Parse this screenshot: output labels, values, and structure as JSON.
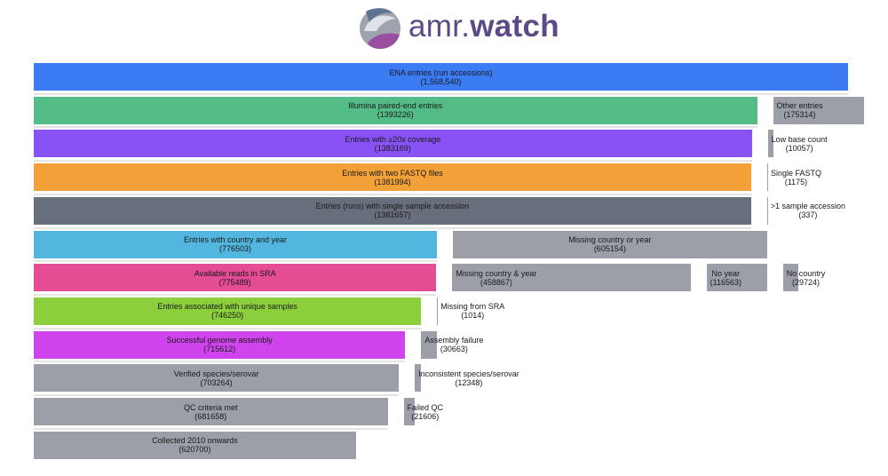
{
  "brand": {
    "name_part1": "amr.",
    "name_part2": "watch",
    "color": "#5b4a86"
  },
  "chart_data": {
    "type": "sankey",
    "total": 1568540,
    "levels": [
      {
        "main": {
          "label": "ENA entries (run accessions)",
          "value": "(1,568,540)",
          "n": 1568540,
          "color": "#3b7bf4"
        },
        "drops": []
      },
      {
        "main": {
          "label": "Illumina paired-end entries",
          "value": "(1393226)",
          "n": 1393226,
          "color": "#54bc86"
        },
        "drops": [
          {
            "label": "Other entries",
            "value": "(175314)",
            "n": 175314,
            "color": "#9c9ea8"
          }
        ]
      },
      {
        "main": {
          "label": "Entries with ≥20x coverage",
          "value": "(1383169)",
          "n": 1383169,
          "color": "#8952f4"
        },
        "drops": [
          {
            "label": "Low base count",
            "value": "(10057)",
            "n": 10057,
            "color": "#9c9ea8"
          }
        ]
      },
      {
        "main": {
          "label": "Entries with two FASTQ files",
          "value": "(1381994)",
          "n": 1381994,
          "color": "#f1a138"
        },
        "drops": [
          {
            "label": "Single FASTQ",
            "value": "(1175)",
            "n": 1175,
            "color": "#9c9ea8"
          }
        ]
      },
      {
        "main": {
          "label": "Entries (runs) with single sample accession",
          "value": "(1381657)",
          "n": 1381657,
          "color": "#686e7c"
        },
        "drops": [
          {
            "label": ">1 sample accession",
            "value": "(337)",
            "n": 337,
            "color": "#9c9ea8"
          }
        ]
      },
      {
        "main": {
          "label": "Entries with country and year",
          "value": "(776503)",
          "n": 776503,
          "color": "#52b6df"
        },
        "drops": [
          {
            "label": "Missing country or year",
            "value": "(605154)",
            "n": 605154,
            "color": "#9c9ea8",
            "center": true
          }
        ]
      },
      {
        "main": {
          "label": "Available reads in SRA",
          "value": "(775489)",
          "n": 775489,
          "color": "#e44c94"
        },
        "drops": [
          {
            "label": "Missing country & year",
            "value": "(458867)",
            "n": 458867,
            "color": "#9c9ea8"
          },
          {
            "label": "No year",
            "value": "(116563)",
            "n": 116563,
            "color": "#9c9ea8"
          },
          {
            "label": "No country",
            "value": "(29724)",
            "n": 29724,
            "color": "#9c9ea8"
          }
        ]
      },
      {
        "main": {
          "label": "Entries associated with unique samples",
          "value": "(746250)",
          "n": 746250,
          "color": "#8ccf3c"
        },
        "drops": [
          {
            "label": "Missing from SRA",
            "value": "(1014)",
            "n": 1014,
            "color": "#9c9ea8"
          }
        ]
      },
      {
        "main": {
          "label": "Successful genome assembly",
          "value": "(715612)",
          "n": 715612,
          "color": "#cf44ec"
        },
        "drops": [
          {
            "label": "Assembly failure",
            "value": "(30663)",
            "n": 30663,
            "color": "#9c9ea8"
          }
        ]
      },
      {
        "main": {
          "label": "Verified species/serovar",
          "value": "(703264)",
          "n": 703264,
          "color": "#9c9ea8"
        },
        "drops": [
          {
            "label": "Inconsistent species/serovar",
            "value": "(12348)",
            "n": 12348,
            "color": "#9c9ea8"
          }
        ]
      },
      {
        "main": {
          "label": "QC criteria met",
          "value": "(681658)",
          "n": 681658,
          "color": "#9c9ea8"
        },
        "drops": [
          {
            "label": "Failed QC",
            "value": "(21606)",
            "n": 21606,
            "color": "#9c9ea8"
          }
        ]
      },
      {
        "main": {
          "label": "Collected 2010 onwards",
          "value": "(620700)",
          "n": 620700,
          "color": "#9c9ea8"
        },
        "drops": []
      }
    ]
  }
}
